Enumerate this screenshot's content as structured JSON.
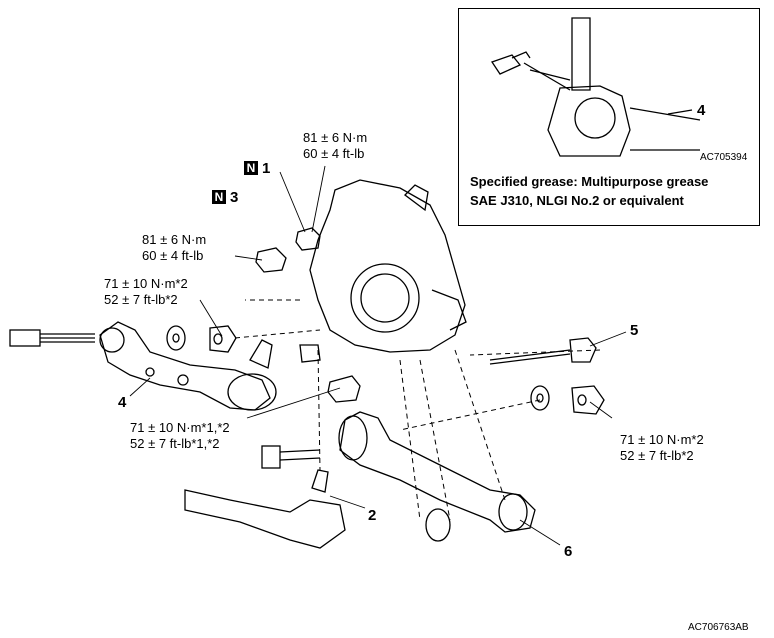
{
  "inset": {
    "code": "AC705394",
    "callout": "4",
    "note_line1": "Specified grease: Multipurpose grease",
    "note_line2": "SAE J310, NLGI No.2 or equivalent"
  },
  "figure_code": "AC706763AB",
  "torques": {
    "t_nut1_a": "81 ± 6 N·m",
    "t_nut1_b": "60 ± 4 ft-lb",
    "t_nut3_a": "81 ± 6 N·m",
    "t_nut3_b": "60 ± 4 ft-lb",
    "t_arm4_a": "71 ± 10 N·m*2",
    "t_arm4_b": "52 ± 7 ft-lb*2",
    "t_mid_a": "71 ± 10 N·m*1,*2",
    "t_mid_b": "52 ± 7 ft-lb*1,*2",
    "t_right_a": "71 ± 10 N·m*2",
    "t_right_b": "52 ± 7 ft-lb*2"
  },
  "callouts": {
    "n1_tag": "N",
    "n1": "1",
    "n3_tag": "N",
    "n3": "3",
    "c2": "2",
    "c4": "4",
    "c5": "5",
    "c6": "6"
  }
}
